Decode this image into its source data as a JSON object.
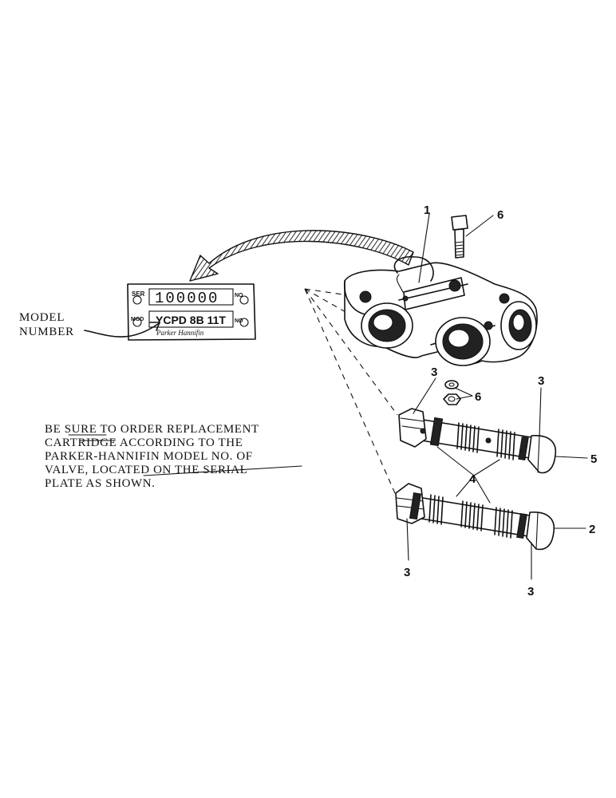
{
  "model_label": [
    "MODEL",
    "NUMBER"
  ],
  "plate": {
    "serial_prefix": "SER",
    "serial_number": "100000",
    "model_prefix": "MOD",
    "model_number": "YCPD 8B 11T",
    "no_label": "NO",
    "maker": "Parker Hannifin"
  },
  "instructions": [
    "BE  SURE TO ORDER REPLACEMENT",
    "CARTRIDGE ACCORDING TO THE",
    "PARKER-HANNIFIN MODEL NO.  OF",
    "VALVE,  LOCATED ON THE SERIAL",
    "PLATE AS SHOWN."
  ],
  "callouts": {
    "valve_body": "1",
    "bolt": "6",
    "nut_washer": "6",
    "ring_upper_left": "3",
    "ring_upper_right": "3",
    "seals": "4",
    "cartridge_upper": "5",
    "cartridge_lower": "2",
    "ring_lower_left": "3",
    "ring_lower_right": "3"
  }
}
